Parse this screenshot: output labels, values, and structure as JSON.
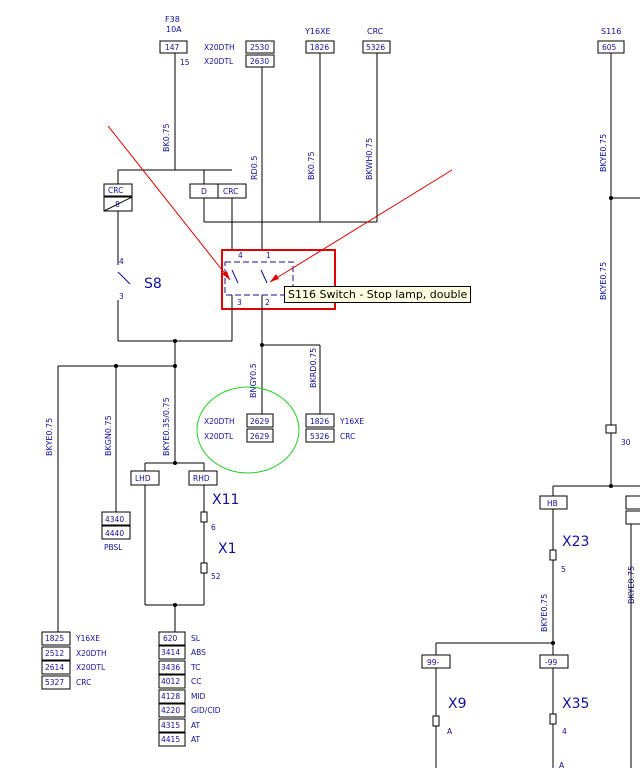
{
  "fuse": {
    "name": "F38",
    "rating": "10A",
    "box": "147",
    "pin": "15"
  },
  "top_connectors": {
    "left_labels": [
      "X20DTH",
      "X20DTL"
    ],
    "left_codes": [
      "2530",
      "2630"
    ],
    "y16xe": {
      "label": "Y16XE",
      "code": "1826"
    },
    "crc": {
      "label": "CRC",
      "code": "5326"
    }
  },
  "right_top": {
    "name": "S116",
    "code": "605"
  },
  "wires": {
    "bk075": "BK0.75",
    "rd05": "RD0.5",
    "bk075b": "BK0.75",
    "bkwh075": "BKWH0.75",
    "bkye075_right": "BKYE0.75",
    "bkye075_right2": "BKYE0.75",
    "bngy05": "BNGY0.5",
    "bkrd075": "BKRD0.75",
    "bkye075_left": "BKYE0.75",
    "bkgn075": "BKGN0.75",
    "bkye035": "BKYE0.35/0.75",
    "bkye075_mid": "BKYE0.75",
    "bkye075_far": "BKYE0.75"
  },
  "s8": {
    "label": "S8",
    "pin_top": "4",
    "pin_bottom": "3",
    "crc": "CRC",
    "crc_pin": "8"
  },
  "d_crc": {
    "d": "D",
    "crc": "CRC"
  },
  "s116": {
    "pins": [
      "4",
      "1",
      "3",
      "2"
    ],
    "tooltip": "S116 Switch - Stop lamp, double"
  },
  "mid_conn": {
    "labels": [
      "X20DTH",
      "X20DTL"
    ],
    "codes": [
      "2629",
      "2629"
    ]
  },
  "mid_conn2": {
    "codes": [
      "1826",
      "5326"
    ],
    "labels": [
      "Y16XE",
      "CRC"
    ]
  },
  "lhd": "LHD",
  "rhd": "RHD",
  "x11": {
    "label": "X11",
    "pin": "6"
  },
  "x1": {
    "label": "X1",
    "pin": "52"
  },
  "pbsl": {
    "codes": [
      "4340",
      "4440"
    ],
    "label": "PBSL"
  },
  "right_30": "30",
  "hb": "HB",
  "x23": {
    "label": "X23",
    "pin": "5"
  },
  "x9": {
    "label": "X9",
    "pin": "A",
    "box": "99-"
  },
  "x35": {
    "label": "X35",
    "pin": "4",
    "box": "-99",
    "pin_b": "A"
  },
  "bottom_left": {
    "codes": [
      "1825",
      "2512",
      "2614",
      "5327"
    ],
    "labels": [
      "Y16XE",
      "X20DTH",
      "X20DTL",
      "CRC"
    ]
  },
  "bottom_mid": {
    "codes": [
      "620",
      "3414",
      "3436",
      "4012",
      "4128",
      "4220",
      "4315",
      "4415"
    ],
    "labels": [
      "SL",
      "ABS",
      "TC",
      "CC",
      "MID",
      "GID/CID",
      "AT",
      "AT"
    ]
  }
}
